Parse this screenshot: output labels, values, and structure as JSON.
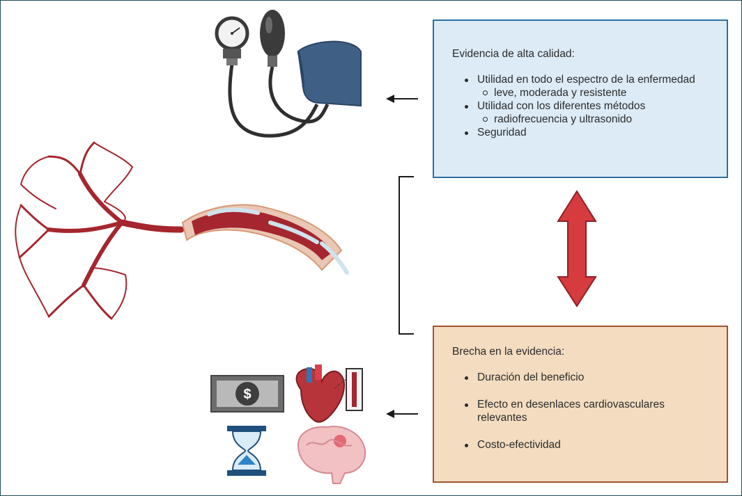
{
  "evidence_high": {
    "heading": "Evidencia de alta calidad:",
    "items": [
      {
        "text": "Utilidad  en todo el espectro de la enfermedad",
        "sub": "leve, moderada y resistente"
      },
      {
        "text": "Utilidad con los diferentes métodos",
        "sub": "radiofrecuencia y ultrasonido"
      },
      {
        "text": "Seguridad"
      }
    ]
  },
  "evidence_gap": {
    "heading": "Brecha en la evidencia:",
    "items": [
      {
        "text": "Duración del beneficio"
      },
      {
        "text": "Efecto en desenlaces cardiovasculares relevantes"
      },
      {
        "text": "Costo-efectividad"
      }
    ]
  },
  "icons": {
    "blood_pressure": "sphygmomanometer-icon",
    "renal_artery": "renal-artery-catheter-icon",
    "money": "dollar-bill-icon",
    "heart": "heart-icon",
    "hourglass": "hourglass-icon",
    "brain": "brain-icon"
  },
  "colors": {
    "top_box_bg": "#dcebf6",
    "top_box_border": "#2d6f9e",
    "bottom_box_bg": "#f3dcc0",
    "bottom_box_border": "#a0542e",
    "double_arrow": "#d63b3f",
    "artery": "#a5262e"
  }
}
